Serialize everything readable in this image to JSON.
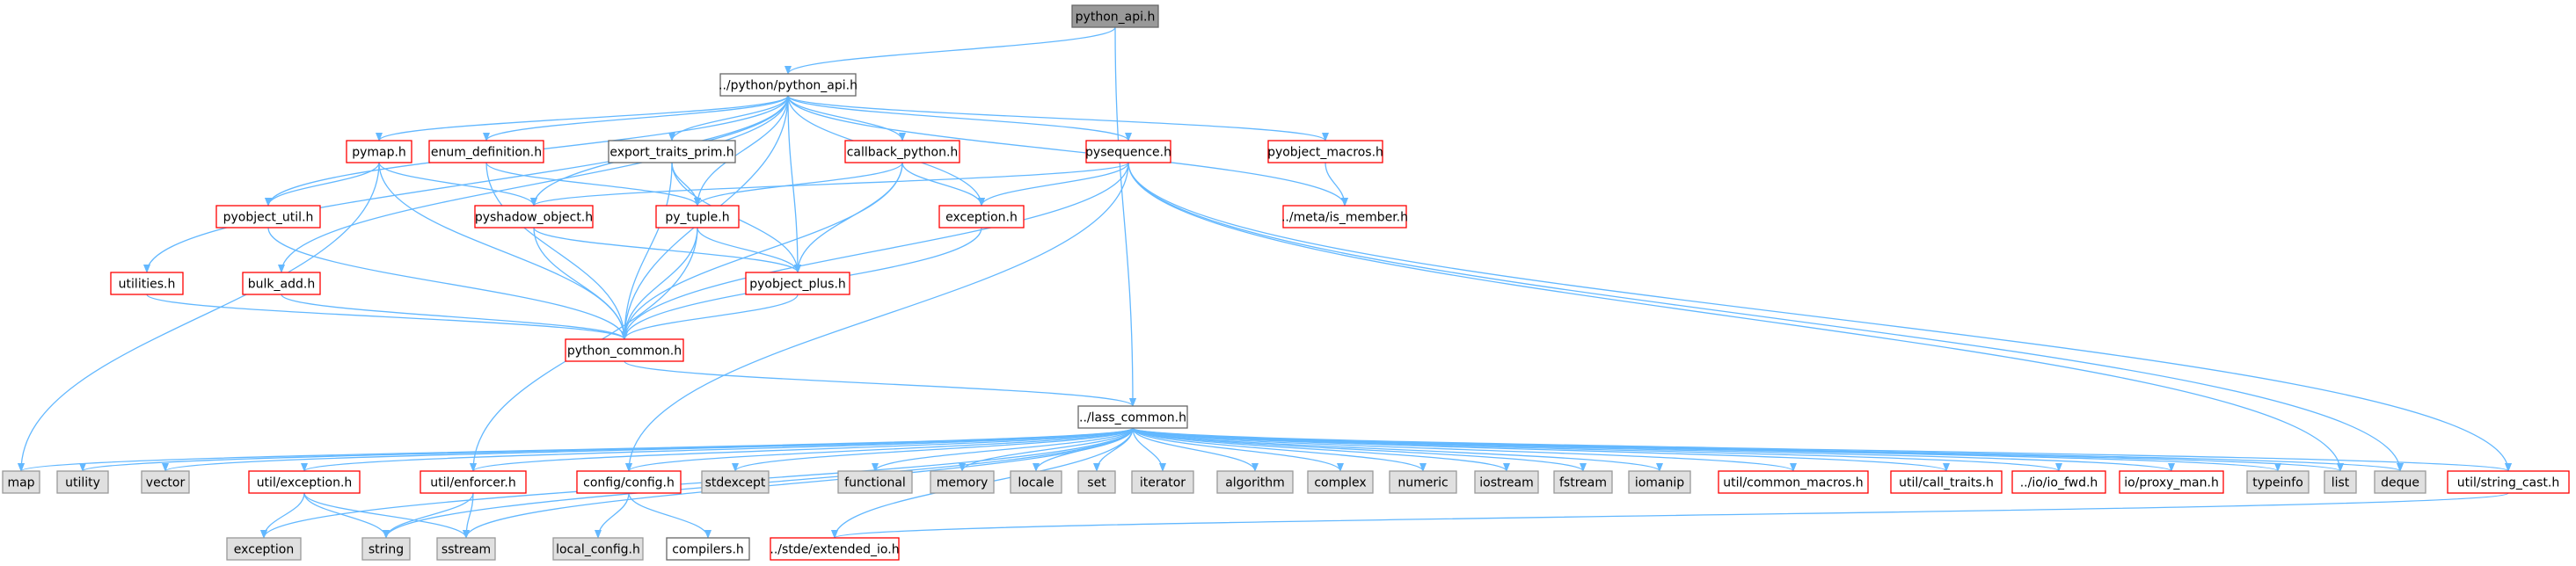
{
  "title": "python_api.h",
  "colors": {
    "edge": "#63b8ff",
    "current_fill": "#999999",
    "current_border": "#666666",
    "documented_fill": "#ffffff",
    "documented_border": "#666666",
    "undocumented_border": "#ff0000",
    "system_fill": "#e0e0e0",
    "system_border": "#999999"
  },
  "nodes": [
    {
      "id": "python_api_h",
      "label": "python_api.h",
      "kind": "current"
    },
    {
      "id": "python_python_api_h",
      "label": "../python/python_api.h",
      "kind": "documented"
    },
    {
      "id": "pymap_h",
      "label": "pymap.h",
      "kind": "undocumented"
    },
    {
      "id": "enum_definition_h",
      "label": "enum_definition.h",
      "kind": "undocumented"
    },
    {
      "id": "export_traits_prim_h",
      "label": "export_traits_prim.h",
      "kind": "documented"
    },
    {
      "id": "callback_python_h",
      "label": "callback_python.h",
      "kind": "undocumented"
    },
    {
      "id": "pysequence_h",
      "label": "pysequence.h",
      "kind": "undocumented"
    },
    {
      "id": "pyobject_macros_h",
      "label": "pyobject_macros.h",
      "kind": "undocumented"
    },
    {
      "id": "pyobject_util_h",
      "label": "pyobject_util.h",
      "kind": "undocumented"
    },
    {
      "id": "pyshadow_object_h",
      "label": "pyshadow_object.h",
      "kind": "undocumented"
    },
    {
      "id": "py_tuple_h",
      "label": "py_tuple.h",
      "kind": "undocumented"
    },
    {
      "id": "exception_h",
      "label": "exception.h",
      "kind": "undocumented"
    },
    {
      "id": "meta_is_member_h",
      "label": "../meta/is_member.h",
      "kind": "undocumented"
    },
    {
      "id": "utilities_h",
      "label": "utilities.h",
      "kind": "undocumented"
    },
    {
      "id": "bulk_add_h",
      "label": "bulk_add.h",
      "kind": "undocumented"
    },
    {
      "id": "pyobject_plus_h",
      "label": "pyobject_plus.h",
      "kind": "undocumented"
    },
    {
      "id": "python_common_h",
      "label": "python_common.h",
      "kind": "undocumented"
    },
    {
      "id": "lass_common_h",
      "label": "../lass_common.h",
      "kind": "documented"
    },
    {
      "id": "map",
      "label": "map",
      "kind": "system"
    },
    {
      "id": "utility",
      "label": "utility",
      "kind": "system"
    },
    {
      "id": "vector",
      "label": "vector",
      "kind": "system"
    },
    {
      "id": "util_exception_h",
      "label": "util/exception.h",
      "kind": "undocumented"
    },
    {
      "id": "util_enforcer_h",
      "label": "util/enforcer.h",
      "kind": "undocumented"
    },
    {
      "id": "config_config_h",
      "label": "config/config.h",
      "kind": "undocumented"
    },
    {
      "id": "stdexcept",
      "label": "stdexcept",
      "kind": "system"
    },
    {
      "id": "functional",
      "label": "functional",
      "kind": "system"
    },
    {
      "id": "memory",
      "label": "memory",
      "kind": "system"
    },
    {
      "id": "locale",
      "label": "locale",
      "kind": "system"
    },
    {
      "id": "set",
      "label": "set",
      "kind": "system"
    },
    {
      "id": "iterator",
      "label": "iterator",
      "kind": "system"
    },
    {
      "id": "algorithm",
      "label": "algorithm",
      "kind": "system"
    },
    {
      "id": "complex",
      "label": "complex",
      "kind": "system"
    },
    {
      "id": "numeric",
      "label": "numeric",
      "kind": "system"
    },
    {
      "id": "iostream",
      "label": "iostream",
      "kind": "system"
    },
    {
      "id": "fstream",
      "label": "fstream",
      "kind": "system"
    },
    {
      "id": "iomanip",
      "label": "iomanip",
      "kind": "system"
    },
    {
      "id": "util_common_macros_h",
      "label": "util/common_macros.h",
      "kind": "undocumented"
    },
    {
      "id": "util_call_traits_h",
      "label": "util/call_traits.h",
      "kind": "undocumented"
    },
    {
      "id": "io_io_fwd_h",
      "label": "../io/io_fwd.h",
      "kind": "undocumented"
    },
    {
      "id": "io_proxy_man_h",
      "label": "io/proxy_man.h",
      "kind": "undocumented"
    },
    {
      "id": "typeinfo",
      "label": "typeinfo",
      "kind": "system"
    },
    {
      "id": "list",
      "label": "list",
      "kind": "system"
    },
    {
      "id": "deque",
      "label": "deque",
      "kind": "system"
    },
    {
      "id": "util_string_cast_h",
      "label": "util/string_cast.h",
      "kind": "undocumented"
    },
    {
      "id": "exception",
      "label": "exception",
      "kind": "system"
    },
    {
      "id": "string",
      "label": "string",
      "kind": "system"
    },
    {
      "id": "sstream",
      "label": "sstream",
      "kind": "system"
    },
    {
      "id": "local_config_h",
      "label": "local_config.h",
      "kind": "system"
    },
    {
      "id": "compilers_h",
      "label": "compilers.h",
      "kind": "documented"
    },
    {
      "id": "stde_extended_io_h",
      "label": "../stde/extended_io.h",
      "kind": "undocumented"
    }
  ],
  "edges": [
    [
      "python_api_h",
      "python_python_api_h"
    ],
    [
      "python_api_h",
      "lass_common_h"
    ],
    [
      "python_python_api_h",
      "pymap_h"
    ],
    [
      "python_python_api_h",
      "enum_definition_h"
    ],
    [
      "python_python_api_h",
      "export_traits_prim_h"
    ],
    [
      "python_python_api_h",
      "callback_python_h"
    ],
    [
      "python_python_api_h",
      "pysequence_h"
    ],
    [
      "python_python_api_h",
      "pyobject_macros_h"
    ],
    [
      "python_python_api_h",
      "pyobject_util_h"
    ],
    [
      "python_python_api_h",
      "pyshadow_object_h"
    ],
    [
      "python_python_api_h",
      "py_tuple_h"
    ],
    [
      "python_python_api_h",
      "pyobject_plus_h"
    ],
    [
      "python_python_api_h",
      "exception_h"
    ],
    [
      "python_python_api_h",
      "meta_is_member_h"
    ],
    [
      "python_python_api_h",
      "utilities_h"
    ],
    [
      "python_python_api_h",
      "bulk_add_h"
    ],
    [
      "python_python_api_h",
      "python_common_h"
    ],
    [
      "pymap_h",
      "pyobject_util_h"
    ],
    [
      "pymap_h",
      "pyshadow_object_h"
    ],
    [
      "pymap_h",
      "python_common_h"
    ],
    [
      "pymap_h",
      "map"
    ],
    [
      "enum_definition_h",
      "py_tuple_h"
    ],
    [
      "enum_definition_h",
      "python_common_h"
    ],
    [
      "export_traits_prim_h",
      "py_tuple_h"
    ],
    [
      "export_traits_prim_h",
      "pyobject_plus_h"
    ],
    [
      "export_traits_prim_h",
      "python_common_h"
    ],
    [
      "callback_python_h",
      "py_tuple_h"
    ],
    [
      "callback_python_h",
      "exception_h"
    ],
    [
      "callback_python_h",
      "pyobject_plus_h"
    ],
    [
      "callback_python_h",
      "python_common_h"
    ],
    [
      "pysequence_h",
      "pyshadow_object_h"
    ],
    [
      "pysequence_h",
      "exception_h"
    ],
    [
      "pysequence_h",
      "python_common_h"
    ],
    [
      "pysequence_h",
      "config_config_h"
    ],
    [
      "pysequence_h",
      "list"
    ],
    [
      "pysequence_h",
      "deque"
    ],
    [
      "pysequence_h",
      "util_string_cast_h"
    ],
    [
      "pyobject_macros_h",
      "meta_is_member_h"
    ],
    [
      "pyobject_util_h",
      "python_common_h"
    ],
    [
      "pyshadow_object_h",
      "python_common_h"
    ],
    [
      "pyshadow_object_h",
      "pyobject_plus_h"
    ],
    [
      "py_tuple_h",
      "pyobject_plus_h"
    ],
    [
      "py_tuple_h",
      "python_common_h"
    ],
    [
      "py_tuple_h",
      "util_enforcer_h"
    ],
    [
      "exception_h",
      "python_common_h"
    ],
    [
      "utilities_h",
      "python_common_h"
    ],
    [
      "bulk_add_h",
      "python_common_h"
    ],
    [
      "pyobject_plus_h",
      "python_common_h"
    ],
    [
      "python_common_h",
      "lass_common_h"
    ],
    [
      "lass_common_h",
      "map"
    ],
    [
      "lass_common_h",
      "utility"
    ],
    [
      "lass_common_h",
      "vector"
    ],
    [
      "lass_common_h",
      "util_exception_h"
    ],
    [
      "lass_common_h",
      "util_enforcer_h"
    ],
    [
      "lass_common_h",
      "config_config_h"
    ],
    [
      "lass_common_h",
      "stdexcept"
    ],
    [
      "lass_common_h",
      "functional"
    ],
    [
      "lass_common_h",
      "memory"
    ],
    [
      "lass_common_h",
      "locale"
    ],
    [
      "lass_common_h",
      "set"
    ],
    [
      "lass_common_h",
      "iterator"
    ],
    [
      "lass_common_h",
      "algorithm"
    ],
    [
      "lass_common_h",
      "complex"
    ],
    [
      "lass_common_h",
      "numeric"
    ],
    [
      "lass_common_h",
      "iostream"
    ],
    [
      "lass_common_h",
      "fstream"
    ],
    [
      "lass_common_h",
      "iomanip"
    ],
    [
      "lass_common_h",
      "util_common_macros_h"
    ],
    [
      "lass_common_h",
      "util_call_traits_h"
    ],
    [
      "lass_common_h",
      "io_io_fwd_h"
    ],
    [
      "lass_common_h",
      "io_proxy_man_h"
    ],
    [
      "lass_common_h",
      "typeinfo"
    ],
    [
      "lass_common_h",
      "list"
    ],
    [
      "lass_common_h",
      "deque"
    ],
    [
      "lass_common_h",
      "util_string_cast_h"
    ],
    [
      "lass_common_h",
      "exception"
    ],
    [
      "lass_common_h",
      "string"
    ],
    [
      "lass_common_h",
      "sstream"
    ],
    [
      "lass_common_h",
      "stde_extended_io_h"
    ],
    [
      "util_exception_h",
      "exception"
    ],
    [
      "util_exception_h",
      "string"
    ],
    [
      "util_exception_h",
      "sstream"
    ],
    [
      "util_enforcer_h",
      "string"
    ],
    [
      "util_enforcer_h",
      "sstream"
    ],
    [
      "config_config_h",
      "local_config_h"
    ],
    [
      "config_config_h",
      "compilers_h"
    ],
    [
      "util_string_cast_h",
      "stde_extended_io_h"
    ]
  ]
}
